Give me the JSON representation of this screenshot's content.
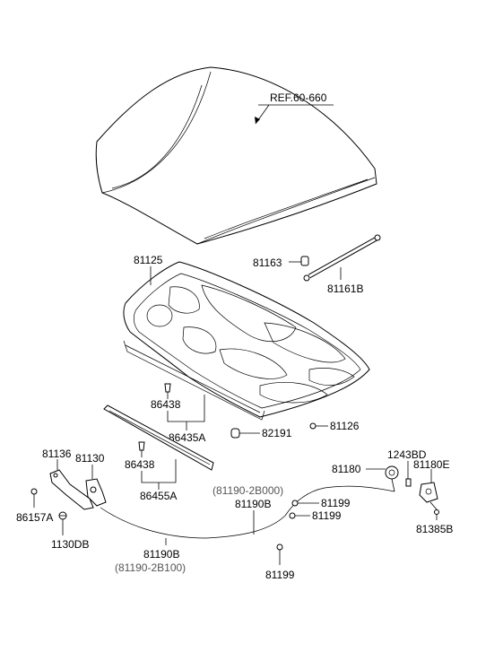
{
  "labels": {
    "ref": "REF.60-660",
    "p81163": "81163",
    "p81161B": "81161B",
    "p81125": "81125",
    "p86438_top": "86438",
    "p86435A": "86435A",
    "p82191": "82191",
    "p81126": "81126",
    "p86438_bottom": "86438",
    "p86455A": "86455A",
    "p81136": "81136",
    "p81130": "81130",
    "p86157A": "86157A",
    "p1130DB": "1130DB",
    "p81190B_top_alt": "(81190-2B000)",
    "p81190B_top": "81190B",
    "p81190B_bottom": "81190B",
    "p81190B_bottom_alt": "(81190-2B100)",
    "p81180": "81180",
    "p1243BD": "1243BD",
    "p81180E": "81180E",
    "p81199_a": "81199",
    "p81199_b": "81199",
    "p81199_c": "81199",
    "p81385B": "81385B"
  }
}
